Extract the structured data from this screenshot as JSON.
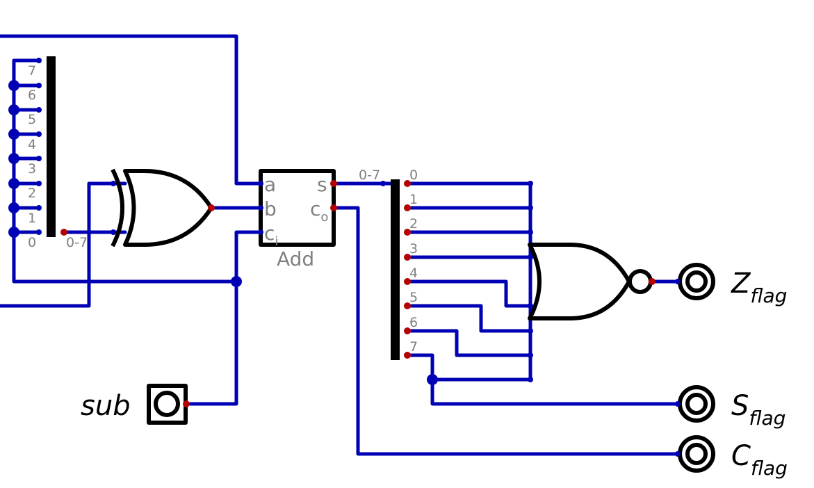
{
  "splitter_left": {
    "bits": [
      "7",
      "6",
      "5",
      "4",
      "3",
      "2",
      "1",
      "0"
    ],
    "bus_label": "0-7"
  },
  "adder": {
    "label": "Add",
    "pin_a": "a",
    "pin_b": "b",
    "pin_c": "c",
    "pin_c_sub": "i",
    "pin_s": "s",
    "pin_co": "c",
    "pin_co_sub": "o"
  },
  "splitter_right": {
    "bus_label": "0-7",
    "bits": [
      "0",
      "1",
      "2",
      "3",
      "4",
      "5",
      "6",
      "7"
    ]
  },
  "input_sub": {
    "label": "sub"
  },
  "outputs": {
    "z": {
      "main": "Z",
      "sub": "flag"
    },
    "s": {
      "main": "S",
      "sub": "flag"
    },
    "c": {
      "main": "C",
      "sub": "flag"
    }
  },
  "colors": {
    "wire": "#0000b4",
    "pin_output": "#b40000",
    "label_gray": "#808080",
    "component": "#000000"
  }
}
